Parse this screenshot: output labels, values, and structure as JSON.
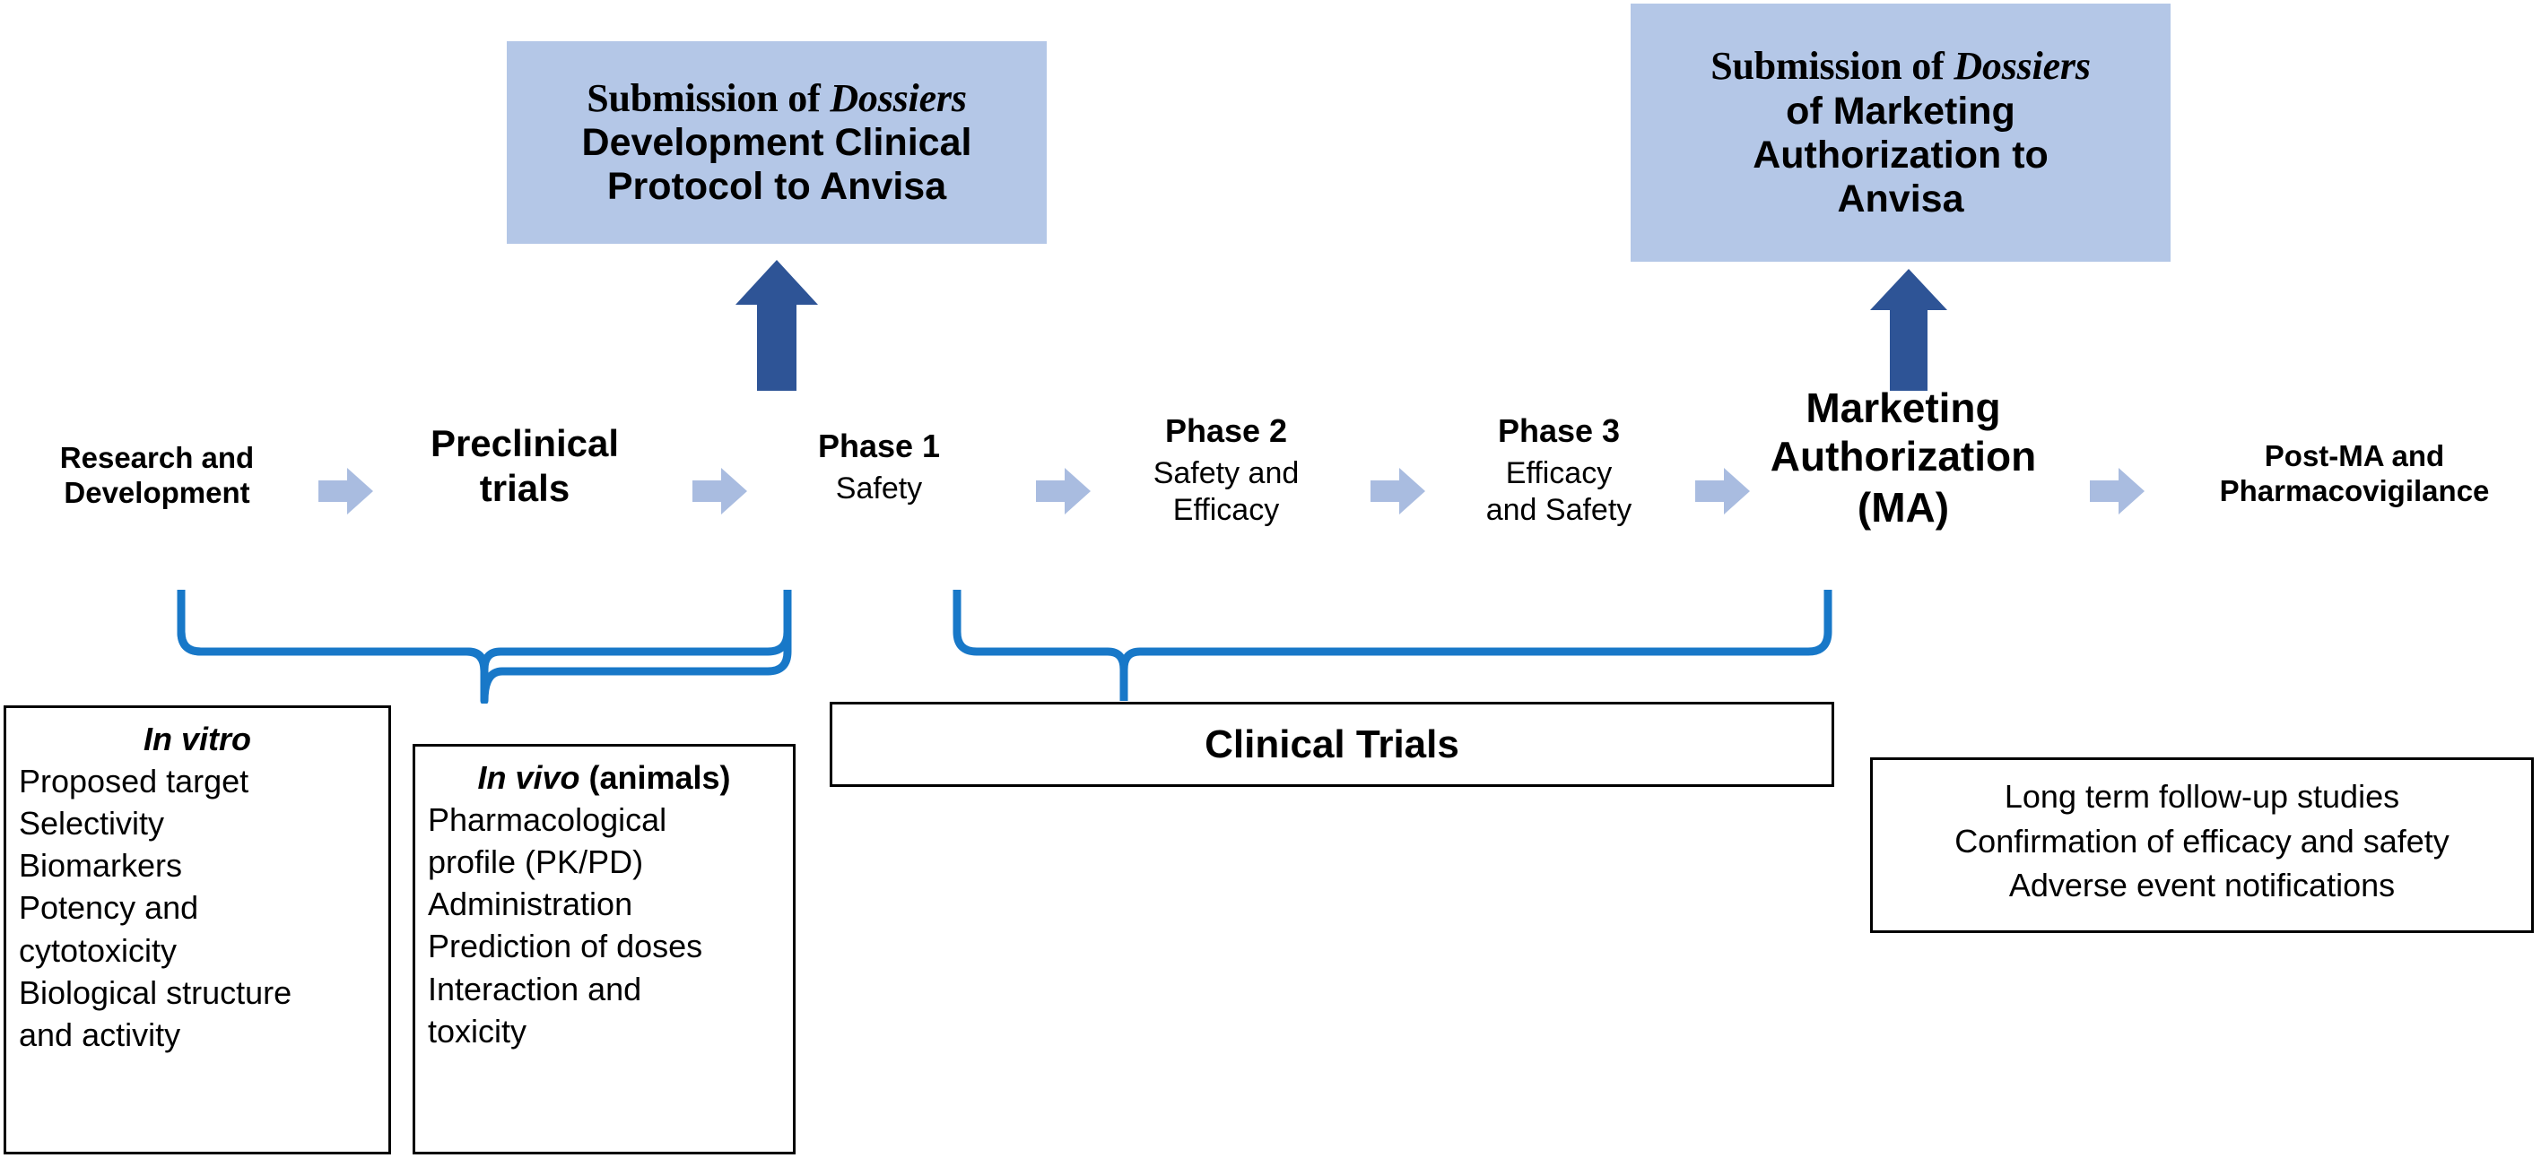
{
  "colors": {
    "light_blue": "#b4c7e7",
    "chevron_blue": "#a9bce0",
    "dark_blue_arrow": "#2e5496",
    "brace_blue": "#1878c8",
    "box_border": "#000000",
    "text": "#000000"
  },
  "submission_boxes": [
    {
      "id": "development-clinical-protocol",
      "line1_prefix": "Submission of ",
      "line1_italic": "Dossiers",
      "line2": "Development Clinical",
      "line3": "Protocol to Anvisa"
    },
    {
      "id": "marketing-authorization-dossier",
      "line1_prefix": "Submission of ",
      "line1_italic": "Dossiers",
      "line2": "of Marketing",
      "line3": "Authorization to",
      "line4": "Anvisa"
    }
  ],
  "stages": [
    {
      "id": "research-and-development",
      "title_line1": "Research and",
      "title_line2": "Development",
      "sub_line1": "",
      "sub_line2": ""
    },
    {
      "id": "preclinical-trials",
      "title_line1": "Preclinical",
      "title_line2": "trials",
      "sub_line1": "",
      "sub_line2": ""
    },
    {
      "id": "phase-1",
      "title_line1": "Phase 1",
      "title_line2": "",
      "sub_line1": "Safety",
      "sub_line2": ""
    },
    {
      "id": "phase-2",
      "title_line1": "Phase 2",
      "title_line2": "",
      "sub_line1": "Safety and",
      "sub_line2": "Efficacy"
    },
    {
      "id": "phase-3",
      "title_line1": "Phase 3",
      "title_line2": "",
      "sub_line1": "Efficacy",
      "sub_line2": "and Safety"
    },
    {
      "id": "marketing-authorization",
      "title_line1": "Marketing",
      "title_line2": "Authorization",
      "sub_line1": "(MA)",
      "sub_line2": ""
    },
    {
      "id": "post-ma-pharmacovigilance",
      "title_line1": "Post-MA and",
      "title_line2": "Pharmacovigilance",
      "sub_line1": "",
      "sub_line2": ""
    }
  ],
  "detail_boxes": {
    "in_vitro": {
      "header_italic": "In vitro",
      "header_roman": "",
      "items": [
        "Proposed target",
        "Selectivity",
        "Biomarkers",
        "Potency and",
        "cytotoxicity",
        "Biological structure",
        "and activity"
      ]
    },
    "in_vivo": {
      "header_italic": "In vivo",
      "header_roman": " (animals)",
      "items": [
        "Pharmacological",
        "profile (PK/PD)",
        "Administration",
        "Prediction of doses",
        "Interaction and",
        "toxicity"
      ]
    },
    "clinical_trials": {
      "label": "Clinical Trials"
    },
    "post_ma": {
      "items": [
        "Long term follow-up studies",
        "Confirmation of efficacy and safety",
        "Adverse event notifications"
      ]
    }
  },
  "icons": {
    "flow_arrow": "right-chevron-arrow-icon",
    "submission_arrow": "up-arrow-icon",
    "grouping_brace": "curly-brace-icon"
  }
}
